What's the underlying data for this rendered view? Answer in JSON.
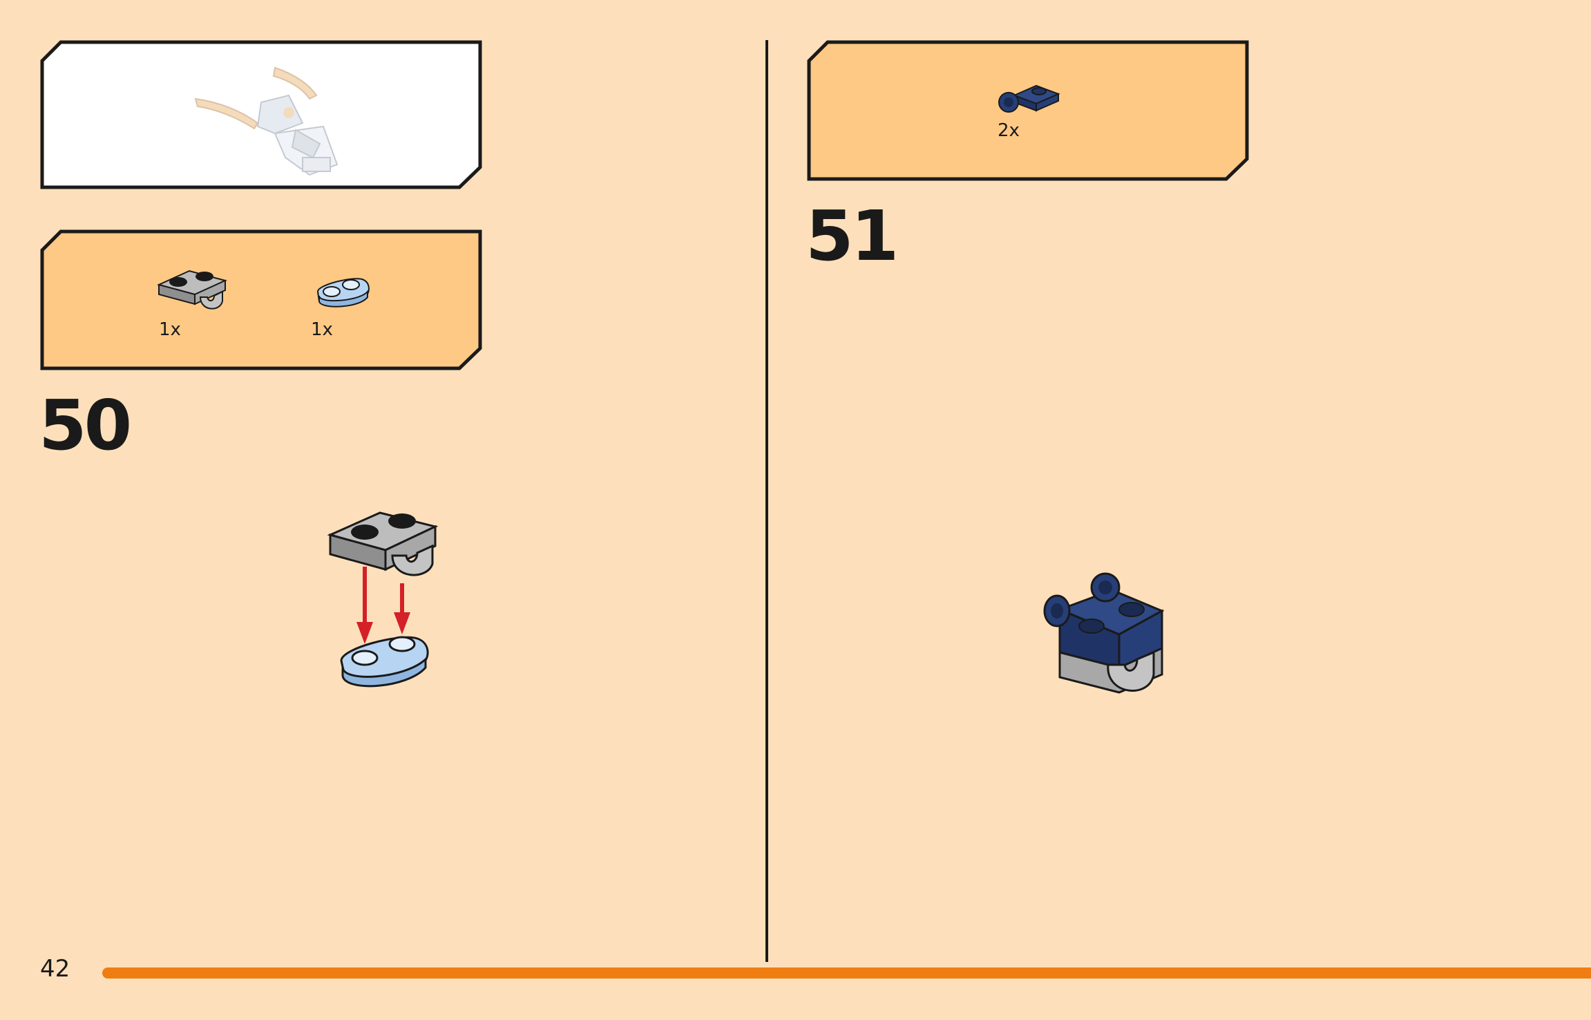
{
  "page": {
    "number": "42",
    "progress_percent": 100,
    "accent_color": "#ef7d12",
    "background_color": "#fde0bb"
  },
  "submodel_preview": {
    "icon": "dragon-submodel-icon"
  },
  "steps": [
    {
      "number": "50",
      "parts": [
        {
          "icon": "gray-plate-with-clip-icon",
          "quantity": "1x"
        },
        {
          "icon": "light-blue-round-plate-icon",
          "quantity": "1x"
        }
      ],
      "illustration": "gray-plate-attached-to-blue-plate-with-red-arrows"
    },
    {
      "number": "51",
      "parts": [
        {
          "icon": "dark-blue-plate-with-bar-holder-icon",
          "quantity": "2x"
        }
      ],
      "illustration": "assembled-blue-and-gray-module"
    }
  ]
}
